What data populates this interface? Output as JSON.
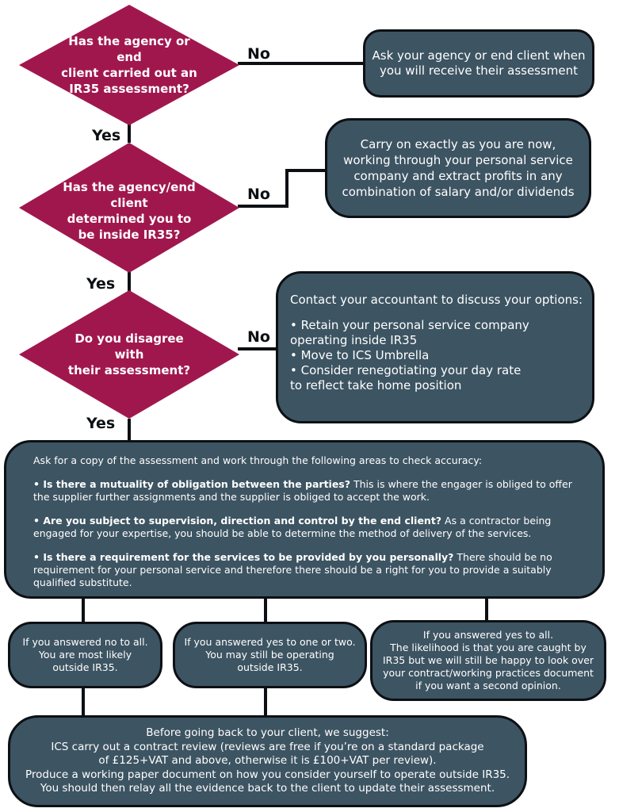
{
  "colors": {
    "diamond": "#a0174e",
    "box": "#3d5462",
    "border": "#0c1014",
    "line": "#0c1014",
    "text": "#ffffff"
  },
  "questions": [
    {
      "text": "Has the agency or end\nclient carried out an\nIR35 assessment?"
    },
    {
      "text": "Has the agency/end client\ndetermined you to\nbe inside IR35?"
    },
    {
      "text": "Do you disagree with\ntheir assessment?"
    }
  ],
  "labels": {
    "no": "No",
    "yes": "Yes"
  },
  "outcomes": {
    "ask_agency": "Ask your agency or end client when\nyou will receive their assessment",
    "carry_on": "Carry on exactly as you are now,\nworking through your personal service\ncompany and extract profits in any\ncombination of salary and/or dividends",
    "contact": {
      "intro": "Contact your accountant to discuss your options:",
      "bullets": [
        "• Retain your personal service company operating inside IR35",
        "• Move to ICS Umbrella",
        "• Consider renegotiating your day rate\nto reflect take home position"
      ]
    }
  },
  "review": {
    "intro": "Ask for a copy of the assessment and work through the following areas to check accuracy:",
    "items": [
      {
        "bold": "• Is there a mutuality of obligation between the parties?",
        "text": " This is where the engager is obliged to offer the supplier further assignments and the supplier is obliged to accept the work."
      },
      {
        "bold": "• Are you subject to supervision, direction and control by the end client?",
        "text": " As a contractor being engaged for your expertise, you should be able to determine the method of delivery of the services."
      },
      {
        "bold": "• Is there a requirement for the services to be provided by you personally?",
        "text": " There should be no requirement for your personal service and therefore there should be a right for you to provide a suitably qualified substitute."
      }
    ]
  },
  "results": [
    "If you answered no to all.\nYou are most likely\noutside IR35.",
    "If you answered yes to one or two.\nYou may still be operating\noutside IR35.",
    "If you answered yes to all.\nThe likelihood is that you are caught by\nIR35 but we will still be happy to look over\nyour contract/working practices document\nif you want a second opinion."
  ],
  "final": [
    "Before going back to your client, we suggest:",
    "ICS carry out a contract review (reviews are free if you’re on a standard package",
    "of £125+VAT and above, otherwise it is £100+VAT per review).",
    "Produce a working paper document on how you consider yourself to operate outside IR35.",
    "You should then relay all the evidence back to the client to update their assessment."
  ]
}
